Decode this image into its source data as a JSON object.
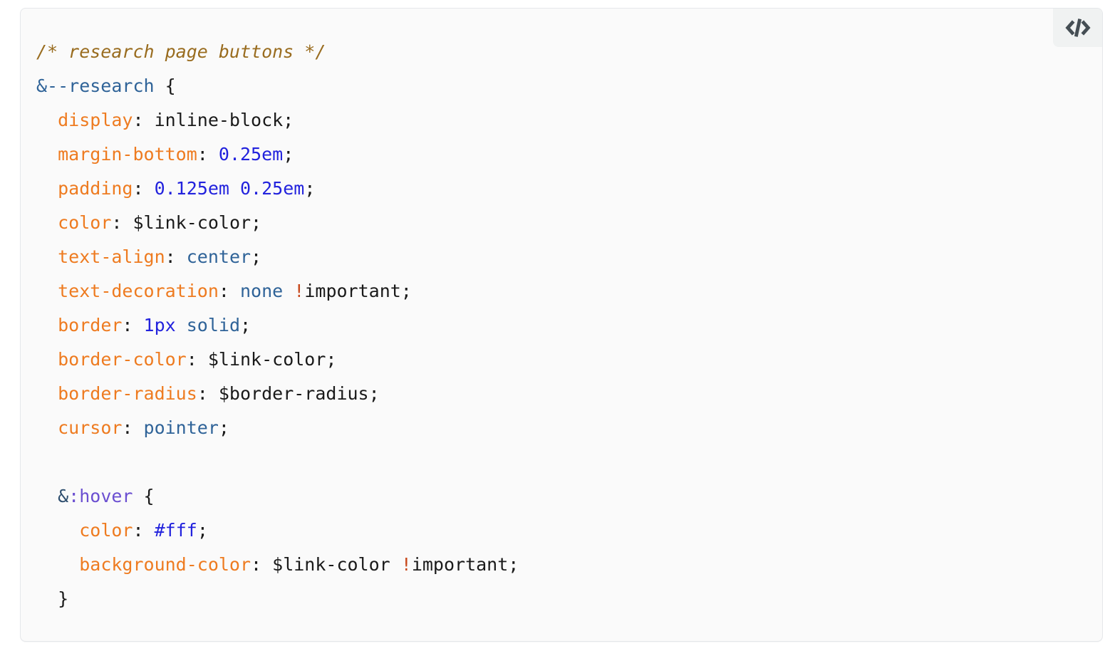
{
  "page": {
    "background_color": "#ffffff"
  },
  "code_block": {
    "background_color": "#fafafa",
    "border_color": "#e5e7ea",
    "language": "scss"
  },
  "copy_button": {
    "icon": "code-slash-icon",
    "icon_color": "#454e54",
    "tile_color": "#f0f2f2"
  },
  "token_colors": {
    "comment": "#996c1f",
    "selector": "#2f6398",
    "amp": "#2e4e6e",
    "pseudo": "#6b4fd1",
    "prop": "#ee7b20",
    "num": "#2222dd",
    "kw": "#2f6398",
    "bang": "#c84a1e",
    "plain": "#1a1a1a"
  },
  "code": {
    "lines": [
      [
        {
          "t": "/* research page buttons */",
          "c": "comment"
        }
      ],
      [
        {
          "t": "&--research",
          "c": "selector"
        },
        {
          "t": " {",
          "c": "plain"
        }
      ],
      [
        {
          "t": "  ",
          "c": "plain"
        },
        {
          "t": "display",
          "c": "prop"
        },
        {
          "t": ": inline-block;",
          "c": "plain"
        }
      ],
      [
        {
          "t": "  ",
          "c": "plain"
        },
        {
          "t": "margin-bottom",
          "c": "prop"
        },
        {
          "t": ": ",
          "c": "plain"
        },
        {
          "t": "0.25em",
          "c": "num"
        },
        {
          "t": ";",
          "c": "plain"
        }
      ],
      [
        {
          "t": "  ",
          "c": "plain"
        },
        {
          "t": "padding",
          "c": "prop"
        },
        {
          "t": ": ",
          "c": "plain"
        },
        {
          "t": "0.125em",
          "c": "num"
        },
        {
          "t": " ",
          "c": "plain"
        },
        {
          "t": "0.25em",
          "c": "num"
        },
        {
          "t": ";",
          "c": "plain"
        }
      ],
      [
        {
          "t": "  ",
          "c": "plain"
        },
        {
          "t": "color",
          "c": "prop"
        },
        {
          "t": ": $link-color;",
          "c": "plain"
        }
      ],
      [
        {
          "t": "  ",
          "c": "plain"
        },
        {
          "t": "text-align",
          "c": "prop"
        },
        {
          "t": ": ",
          "c": "plain"
        },
        {
          "t": "center",
          "c": "kw"
        },
        {
          "t": ";",
          "c": "plain"
        }
      ],
      [
        {
          "t": "  ",
          "c": "plain"
        },
        {
          "t": "text-decoration",
          "c": "prop"
        },
        {
          "t": ": ",
          "c": "plain"
        },
        {
          "t": "none",
          "c": "kw"
        },
        {
          "t": " ",
          "c": "plain"
        },
        {
          "t": "!",
          "c": "bang"
        },
        {
          "t": "important;",
          "c": "plain"
        }
      ],
      [
        {
          "t": "  ",
          "c": "plain"
        },
        {
          "t": "border",
          "c": "prop"
        },
        {
          "t": ": ",
          "c": "plain"
        },
        {
          "t": "1px",
          "c": "num"
        },
        {
          "t": " ",
          "c": "plain"
        },
        {
          "t": "solid",
          "c": "kw"
        },
        {
          "t": ";",
          "c": "plain"
        }
      ],
      [
        {
          "t": "  ",
          "c": "plain"
        },
        {
          "t": "border-color",
          "c": "prop"
        },
        {
          "t": ": $link-color;",
          "c": "plain"
        }
      ],
      [
        {
          "t": "  ",
          "c": "plain"
        },
        {
          "t": "border-radius",
          "c": "prop"
        },
        {
          "t": ": $border-radius;",
          "c": "plain"
        }
      ],
      [
        {
          "t": "  ",
          "c": "plain"
        },
        {
          "t": "cursor",
          "c": "prop"
        },
        {
          "t": ": ",
          "c": "plain"
        },
        {
          "t": "pointer",
          "c": "kw"
        },
        {
          "t": ";",
          "c": "plain"
        }
      ],
      [
        {
          "t": "",
          "c": "plain"
        }
      ],
      [
        {
          "t": "  ",
          "c": "plain"
        },
        {
          "t": "&",
          "c": "amp"
        },
        {
          "t": ":hover",
          "c": "pseudo"
        },
        {
          "t": " {",
          "c": "plain"
        }
      ],
      [
        {
          "t": "    ",
          "c": "plain"
        },
        {
          "t": "color",
          "c": "prop"
        },
        {
          "t": ": ",
          "c": "plain"
        },
        {
          "t": "#fff",
          "c": "num"
        },
        {
          "t": ";",
          "c": "plain"
        }
      ],
      [
        {
          "t": "    ",
          "c": "plain"
        },
        {
          "t": "background-color",
          "c": "prop"
        },
        {
          "t": ": $link-color ",
          "c": "plain"
        },
        {
          "t": "!",
          "c": "bang"
        },
        {
          "t": "important;",
          "c": "plain"
        }
      ],
      [
        {
          "t": "  }",
          "c": "plain"
        }
      ]
    ]
  }
}
